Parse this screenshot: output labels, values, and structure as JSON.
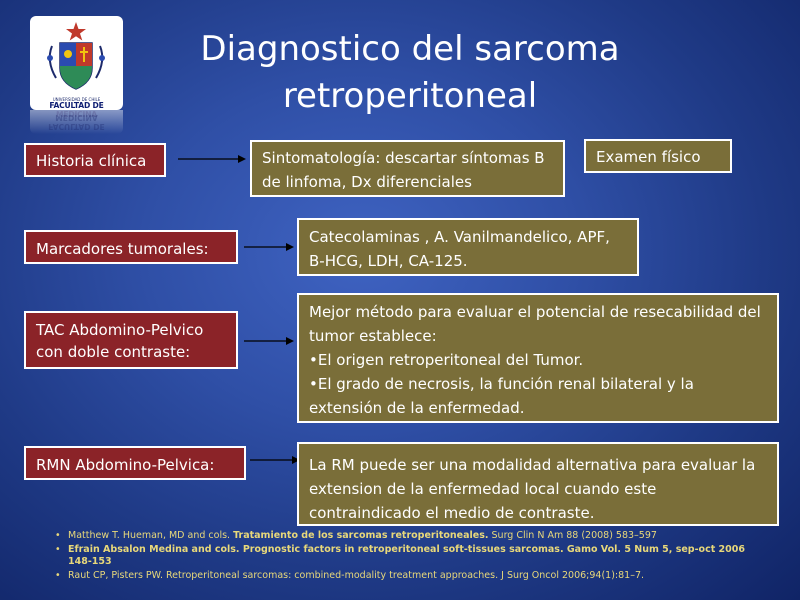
{
  "logo": {
    "university": "UNIVERSIDAD DE CHILE",
    "faculty": "FACULTAD DE MEDICINA"
  },
  "title": {
    "line1": "Diagnostico del sarcoma",
    "line2": "retroperitoneal"
  },
  "rows": [
    {
      "label": "Historia clínica",
      "info": "Sintomatología: descartar síntomas B de linfoma, Dx diferenciales",
      "extra": "Examen físico"
    },
    {
      "label": "Marcadores tumorales:",
      "info": "Catecolaminas , A. Vanilmandelico, APF, B-HCG, LDH, CA-125."
    },
    {
      "label": "TAC  Abdomino-Pelvico con doble contraste:",
      "info_line1": "Mejor método para evaluar el potencial de resecabilidad del tumor establece:",
      "info_line2": "•El origen retroperitoneal del Tumor.",
      "info_line3": "•El grado de necrosis, la función renal bilateral y la extensión de la enfermedad."
    },
    {
      "label": "RMN Abdomino-Pelvica:",
      "info": "La RM puede ser una modalidad alternativa para evaluar la extension de la enfermedad local cuando este contraindicado el medio de contraste."
    }
  ],
  "references": [
    {
      "pre": "Matthew T. Hueman, MD  and cols. ",
      "bold": "Tratamiento de los sarcomas retroperitoneales.",
      "post": " Surg Clin N Am 88 (2008) 583–597"
    },
    {
      "pre": "",
      "bold": "Efrain Absalon Medina and cols. Prognostic factors in retroperitoneal soft-tissues sarcomas. Gamo Vol. 5 Num 5, sep-oct 2006 148-153",
      "post": ""
    },
    {
      "pre": "Raut CP, Pisters PW. Retroperitoneal sarcomas: combined-modality treatment  approaches. J Surg Oncol 2006;94(1):81–7.",
      "bold": "",
      "post": ""
    }
  ],
  "colors": {
    "label_box": "#8b2328",
    "info_box": "#7a6e39",
    "reference_text": "#e8d87a"
  }
}
